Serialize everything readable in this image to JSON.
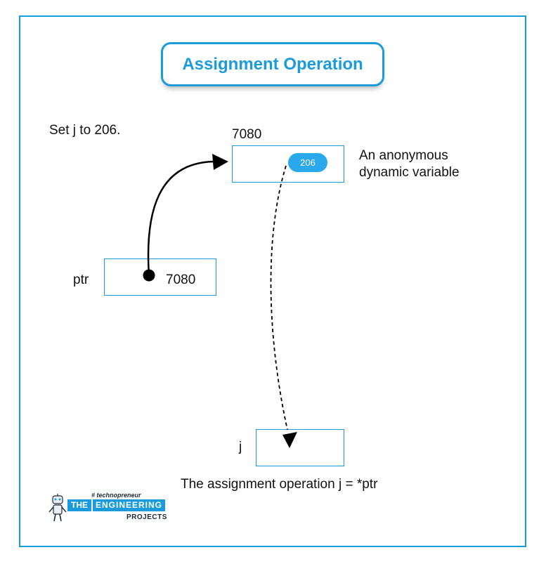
{
  "title": "Assignment Operation",
  "instruction": "Set  j to 206.",
  "anon_box": {
    "address": "7080",
    "value": "206"
  },
  "anon_label_line1": "An anonymous",
  "anon_label_line2": "dynamic variable",
  "ptr_box": {
    "label": "ptr",
    "value": "7080"
  },
  "j_box": {
    "label": "j",
    "value": ""
  },
  "caption": "The assignment operation j = *ptr",
  "logo": {
    "tagline": "# technopreneur",
    "word1": "THE",
    "word2": "ENGINEERING",
    "word3": "PROJECTS"
  },
  "colors": {
    "accent": "#1a9bdc",
    "pill": "#2aa8ec",
    "arrow": "#000000"
  }
}
